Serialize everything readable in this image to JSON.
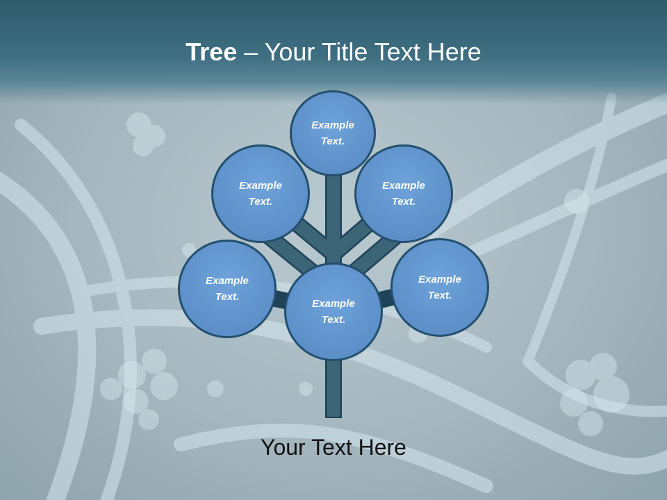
{
  "slide": {
    "title_bold": "Tree",
    "title_rest": " – Your Title Text Here",
    "caption": "Your Text Here"
  },
  "tree": {
    "nodes": [
      {
        "id": "top",
        "line1": "Example",
        "line2": "Text."
      },
      {
        "id": "upper-left",
        "line1": "Example",
        "line2": "Text."
      },
      {
        "id": "upper-right",
        "line1": "Example",
        "line2": "Text."
      },
      {
        "id": "lower-left",
        "line1": "Example",
        "line2": "Text."
      },
      {
        "id": "center",
        "line1": "Example",
        "line2": "Text."
      },
      {
        "id": "lower-right",
        "line1": "Example",
        "line2": "Text."
      }
    ]
  },
  "colors": {
    "title_band": "#3f6f82",
    "node_fill": "#5d90c9",
    "node_border": "#234f6e",
    "trunk": "#3d6578",
    "trunk_outline": "#1f4258",
    "title_text": "#ffffff",
    "caption_text": "#111111"
  }
}
